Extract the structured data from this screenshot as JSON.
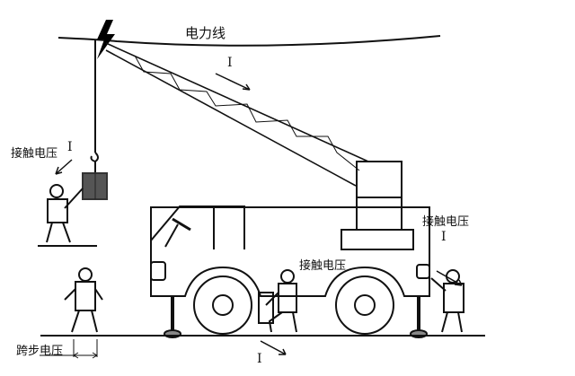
{
  "labels": {
    "power_line": "电力线",
    "current": "I",
    "contact_voltage": "接触电压",
    "step_voltage": "跨步电压"
  },
  "colors": {
    "line": "#111111",
    "load_box": "#555555",
    "lightning": "#000000"
  }
}
